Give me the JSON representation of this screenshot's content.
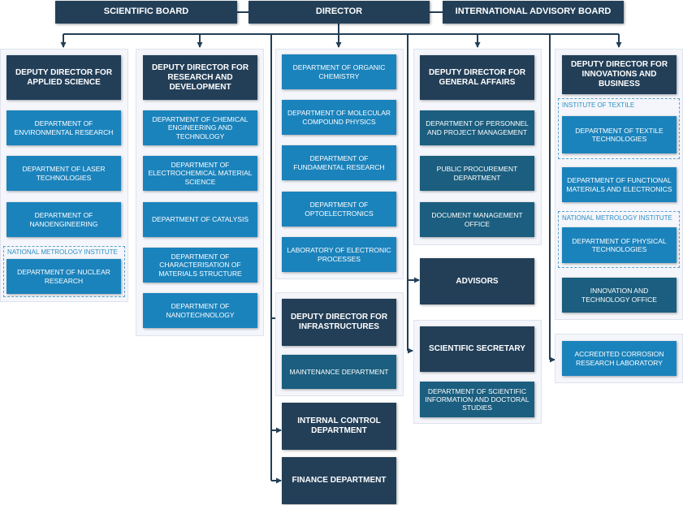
{
  "top": {
    "scientific_board": "SCIENTIFIC BOARD",
    "director": "DIRECTOR",
    "international_advisory_board": "INTERNATIONAL ADVISORY BOARD"
  },
  "col1": {
    "header": "DEPUTY DIRECTOR FOR APPLIED SCIENCE",
    "items": [
      "DEPARTMENT OF ENVIRONMENTAL RESEARCH",
      "DEPARTMENT OF LASER TECHNOLOGIES",
      "DEPARTMENT OF NANOENGINEERING"
    ],
    "group_label": "NATIONAL METROLOGY INSTITUTE",
    "group_item": "DEPARTMENT OF NUCLEAR RESEARCH"
  },
  "col2": {
    "header": "DEPUTY DIRECTOR FOR RESEARCH AND DEVELOPMENT",
    "items": [
      "DEPARTMENT OF CHEMICAL ENGINEERING AND TECHNOLOGY",
      "DEPARTMENT OF ELECTROCHEMICAL MATERIAL SCIENCE",
      "DEPARTMENT OF CATALYSIS",
      "DEPARTMENT OF CHARACTERISATION OF MATERIALS STRUCTURE",
      "DEPARTMENT OF NANOTECHNOLOGY"
    ]
  },
  "col3": {
    "items": [
      "DEPARTMENT OF ORGANIC CHEMISTRY",
      "DEPARTMENT OF MOLECULAR COMPOUND PHYSICS",
      "DEPARTMENT OF FUNDAMENTAL RESEARCH",
      "DEPARTMENT OF OPTOELECTRONICS",
      "LABORATORY OF ELECTRONIC PROCESSES"
    ],
    "infra_header": "DEPUTY DIRECTOR FOR INFRASTRUCTURES",
    "infra_item": "MAINTENANCE DEPARTMENT",
    "internal_control": "INTERNAL CONTROL DEPARTMENT",
    "finance": "FINANCE DEPARTMENT"
  },
  "col4": {
    "header": "DEPUTY DIRECTOR FOR GENERAL AFFAIRS",
    "items": [
      "DEPARTMENT OF PERSONNEL AND PROJECT MANAGEMENT",
      "PUBLIC PROCUREMENT DEPARTMENT",
      "DOCUMENT MANAGEMENT OFFICE"
    ],
    "advisors": "ADVISORS",
    "secretary_header": "SCIENTIFIC SECRETARY",
    "secretary_item": "DEPARTMENT OF SCIENTIFIC INFORMATION AND DOCTORAL STUDIES"
  },
  "col5": {
    "header": "DEPUTY DIRECTOR FOR INNOVATIONS AND BUSINESS",
    "group1_label": "INSTITUTE OF TEXTILE",
    "group1_item": "DEPARTMENT OF TEXTILE TECHNOLOGIES",
    "item_functional": "DEPARTMENT OF FUNCTIONAL MATERIALS AND ELECTRONICS",
    "group2_label": "NATIONAL METROLOGY INSTITUTE",
    "group2_item": "DEPARTMENT OF PHYSICAL TECHNOLOGIES",
    "innovation_office": "INNOVATION AND TECHNOLOGY OFFICE",
    "corrosion_lab": "ACCREDITED CORROSION RESEARCH LABORATORY"
  },
  "colors": {
    "navy": "#233f58",
    "blue": "#1b83bc",
    "teal": "#1b5e7f",
    "panel": "#f4f6fb",
    "line": "#233f58"
  }
}
